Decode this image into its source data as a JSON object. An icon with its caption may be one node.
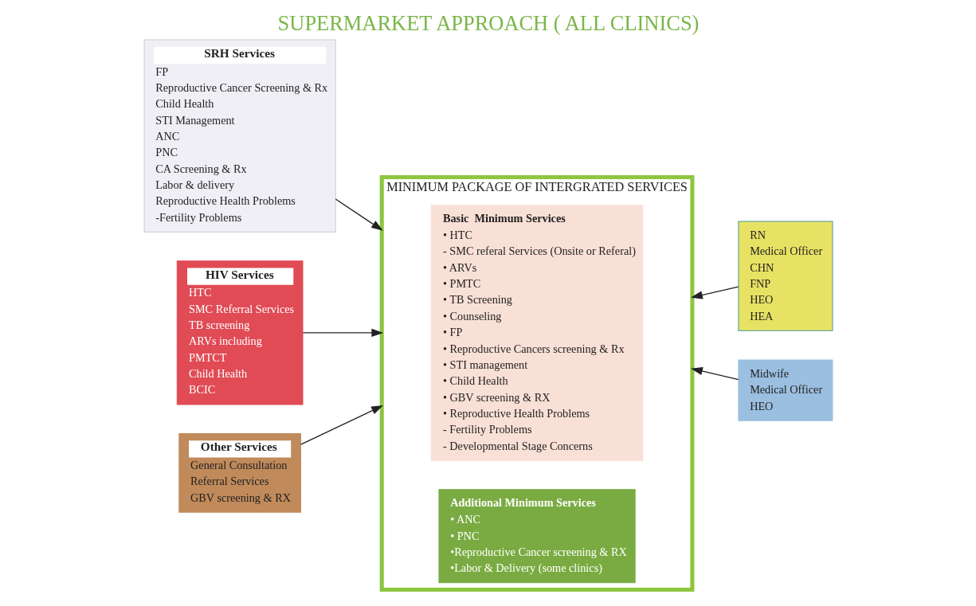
{
  "diagram": {
    "title": "SUPERMARKET APPROACH ( ALL CLINICS)",
    "nodes": [
      {
        "text": [
          "SRH Services",
          "FP",
          "Reproductive Cancer Screening & Rx",
          "Child Health",
          "STI Management",
          "ANC",
          "PNC",
          "CA Screening & Rx",
          "Labor & delivery",
          "Reproductive Health Problems",
          "-Fertility Problems"
        ]
      },
      {
        "text": [
          "HIV Services",
          "HTC",
          "SMC Referral Services",
          "TB screening",
          "ARVs including",
          "PMTCT",
          "Child Health",
          "BCIC"
        ]
      },
      {
        "text": [
          "Other Services",
          "General Consultation",
          "Referral Services",
          "GBV screening & RX"
        ]
      },
      {
        "text": [
          "MINIMUM PACKAGE OF INTERGRATED SERVICES"
        ]
      },
      {
        "text": [
          "Basic  Minimum Services",
          "• HTC",
          "- SMC referal Services (Onsite or Referal)",
          "• ARVs",
          "• PMTC",
          "• TB Screening",
          "• Counseling",
          "• FP",
          "• Reproductive Cancers screening & Rx",
          "• STI management",
          "• Child Health",
          "• GBV screening & RX",
          "• Reproductive Health Problems",
          "- Fertility Problems",
          "- Developmental Stage Concerns"
        ],
        "in": 3
      },
      {
        "text": [
          "Additional Minimum Services",
          "• ANC",
          "• PNC",
          "•Reproductive Cancer screening & RX",
          "•Labor & Delivery (some clinics)"
        ],
        "in": 3
      },
      {
        "text": [
          "RN",
          "Medical Officer",
          "CHN",
          "FNP",
          "HEO",
          "HEA"
        ]
      },
      {
        "text": [
          "Midwife",
          "Medical Officer",
          "HEO"
        ]
      }
    ],
    "edges": [
      {
        "from": 0,
        "to": 3,
        "arrow": "to"
      },
      {
        "from": 1,
        "to": 3,
        "arrow": "to"
      },
      {
        "from": 2,
        "to": 3,
        "arrow": "to"
      },
      {
        "from": 6,
        "to": 3,
        "arrow": "to"
      },
      {
        "from": 7,
        "to": 3,
        "arrow": "to"
      }
    ]
  }
}
